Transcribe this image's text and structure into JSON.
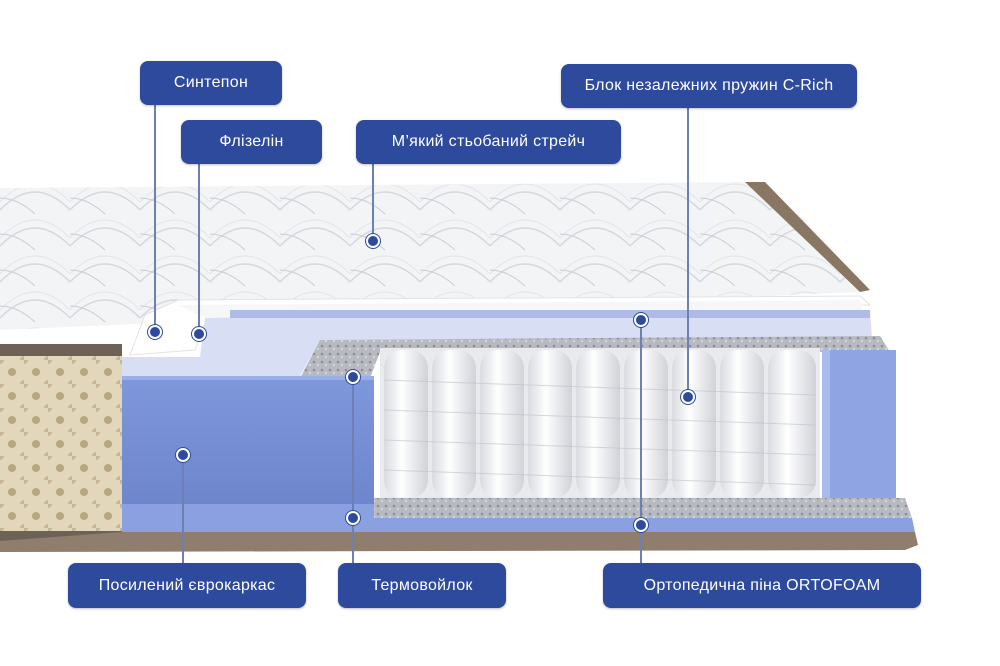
{
  "diagram": {
    "subject": "Mattress cross-section",
    "accent_color": "#2e4a9c",
    "labels": [
      {
        "id": "syntepon",
        "text": "Синтепон"
      },
      {
        "id": "flizelin",
        "text": "Флізелін"
      },
      {
        "id": "stretch",
        "text": "М’який стьобаний стрейч"
      },
      {
        "id": "springs",
        "text": "Блок незалежних пружин C-Rich"
      },
      {
        "id": "eurocarcass",
        "text": "Посилений єврокаркас"
      },
      {
        "id": "thermofelt",
        "text": "Термовойлок"
      },
      {
        "id": "ortofoam",
        "text": "Ортопедична піна ORTOFOAM"
      }
    ]
  }
}
